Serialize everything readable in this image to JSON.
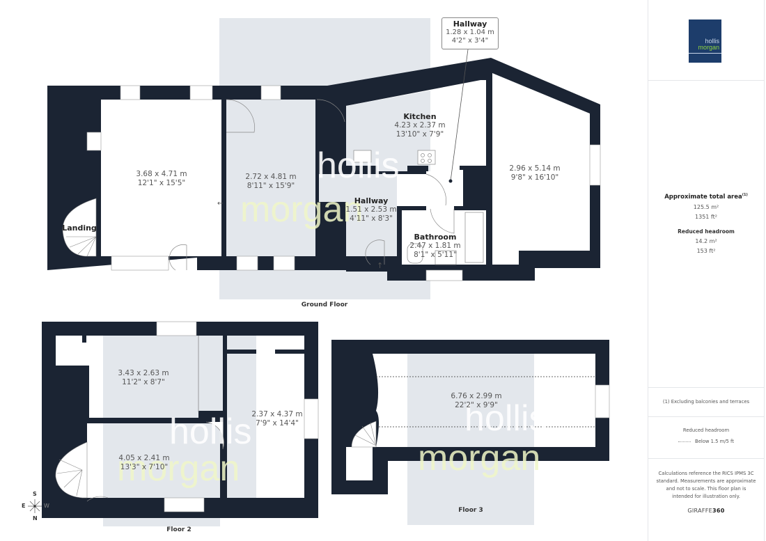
{
  "brand": {
    "logo_line1": "hollis",
    "logo_line2": "morgan",
    "logo_bg": "#1d3d6b",
    "logo_accent": "#8fd43f",
    "watermark_line1": "hollis",
    "watermark_line2": "morgan"
  },
  "colors": {
    "wall": "#1b2433",
    "shade": "#e3e7ec",
    "floor": "#ffffff"
  },
  "ground_floor": {
    "label": "Ground Floor",
    "rooms": [
      {
        "name": "",
        "metric": "3.68 x 4.71 m",
        "imperial": "12'1\" x 15'5\""
      },
      {
        "name": "",
        "metric": "2.72 x 4.81 m",
        "imperial": "8'11\" x 15'9\""
      },
      {
        "name": "Kitchen",
        "metric": "4.23 x 2.37 m",
        "imperial": "13'10\" x 7'9\""
      },
      {
        "name": "Hallway",
        "metric": "1.51 x 2.53 m",
        "imperial": "4'11\" x 8'3\""
      },
      {
        "name": "Bathroom",
        "metric": "2.47 x 1.81 m",
        "imperial": "8'1\" x 5'11\""
      },
      {
        "name": "",
        "metric": "2.96 x 5.14 m",
        "imperial": "9'8\" x 16'10\""
      },
      {
        "name": "Landing",
        "metric": "",
        "imperial": ""
      }
    ],
    "callout": {
      "name": "Hallway",
      "metric": "1.28 x 1.04 m",
      "imperial": "4'2\" x 3'4\""
    }
  },
  "floor_2": {
    "label": "Floor 2",
    "rooms": [
      {
        "metric": "3.43 x 2.63 m",
        "imperial": "11'2\" x 8'7\""
      },
      {
        "metric": "4.05 x 2.41 m",
        "imperial": "13'3\" x 7'10\""
      },
      {
        "metric": "2.37 x 4.37 m",
        "imperial": "7'9\" x 14'4\""
      }
    ]
  },
  "floor_3": {
    "label": "Floor 3",
    "rooms": [
      {
        "metric": "6.76 x 2.99 m",
        "imperial": "22'2\" x 9'9\""
      }
    ]
  },
  "compass": {
    "n": "N",
    "s": "S",
    "e": "E",
    "w": "W"
  },
  "sidebar": {
    "area_title": "Approximate total area",
    "area_sup": "(1)",
    "area_m2": "125.5 m²",
    "area_ft2": "1351 ft²",
    "reduced_title": "Reduced headroom",
    "reduced_m2": "14.2 m²",
    "reduced_ft2": "153 ft²",
    "footnote": "(1) Excluding balconies and terraces",
    "legend_title": "Reduced headroom",
    "legend_item": "Below 1.5 m/5 ft",
    "disclaimer": "Calculations reference the RICS IPMS 3C standard. Measurements are approximate and not to scale. This floor plan is intended for illustration only.",
    "brand_prefix": "GIRAFFE",
    "brand_suffix": "360"
  }
}
